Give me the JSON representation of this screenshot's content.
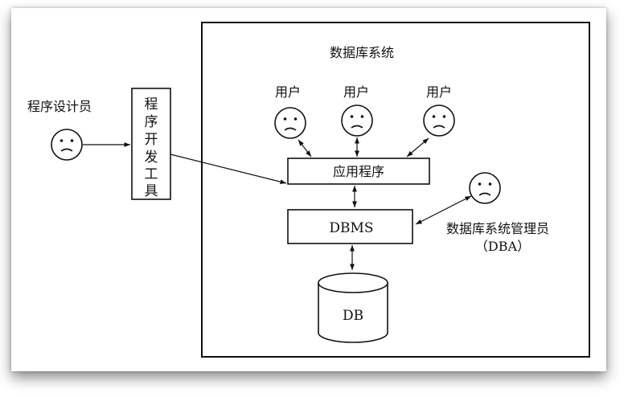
{
  "title": "数据库系统",
  "programmer": {
    "label": "程序设计员"
  },
  "dev_tool": {
    "label": "程序开发工具",
    "chars": [
      "程",
      "序",
      "开",
      "发",
      "工",
      "具"
    ]
  },
  "users": [
    {
      "label": "用户"
    },
    {
      "label": "用户"
    },
    {
      "label": "用户"
    }
  ],
  "app_box": {
    "label": "应用程序"
  },
  "dbms_box": {
    "label": "DBMS"
  },
  "db": {
    "label": "DB"
  },
  "dba": {
    "label": "数据库系统管理员",
    "abbr": "（DBA）"
  }
}
